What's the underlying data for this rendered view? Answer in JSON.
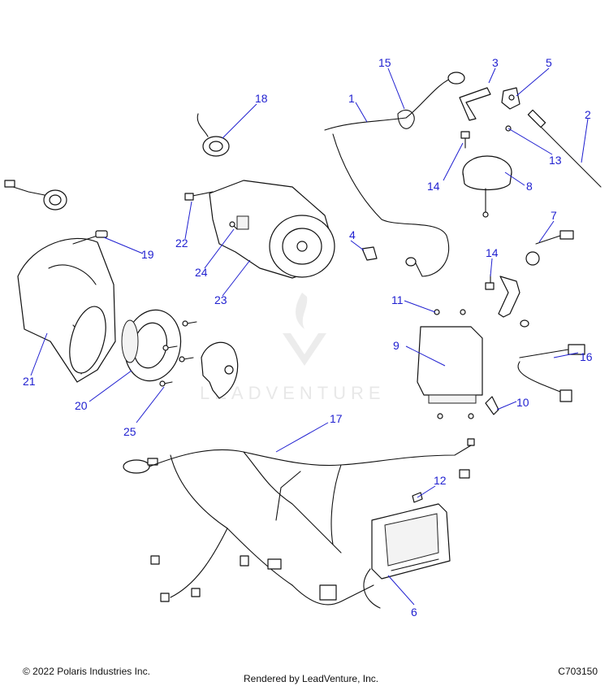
{
  "callouts": [
    "1",
    "2",
    "3",
    "4",
    "5",
    "6",
    "7",
    "8",
    "9",
    "10",
    "11",
    "12",
    "13",
    "14",
    "14",
    "15",
    "16",
    "17",
    "18",
    "19",
    "20",
    "21",
    "22",
    "23",
    "24",
    "25"
  ],
  "watermark": {
    "brand": "LEADVENTURE"
  },
  "footer": {
    "copyright": "© 2022 Polaris Industries Inc.",
    "rendered_by": "Rendered by LeadVenture, Inc.",
    "diagram_code": "C703150"
  },
  "colors": {
    "callout": "#1f1fd0",
    "line": "#111111",
    "watermark": "#d9d9d9"
  }
}
